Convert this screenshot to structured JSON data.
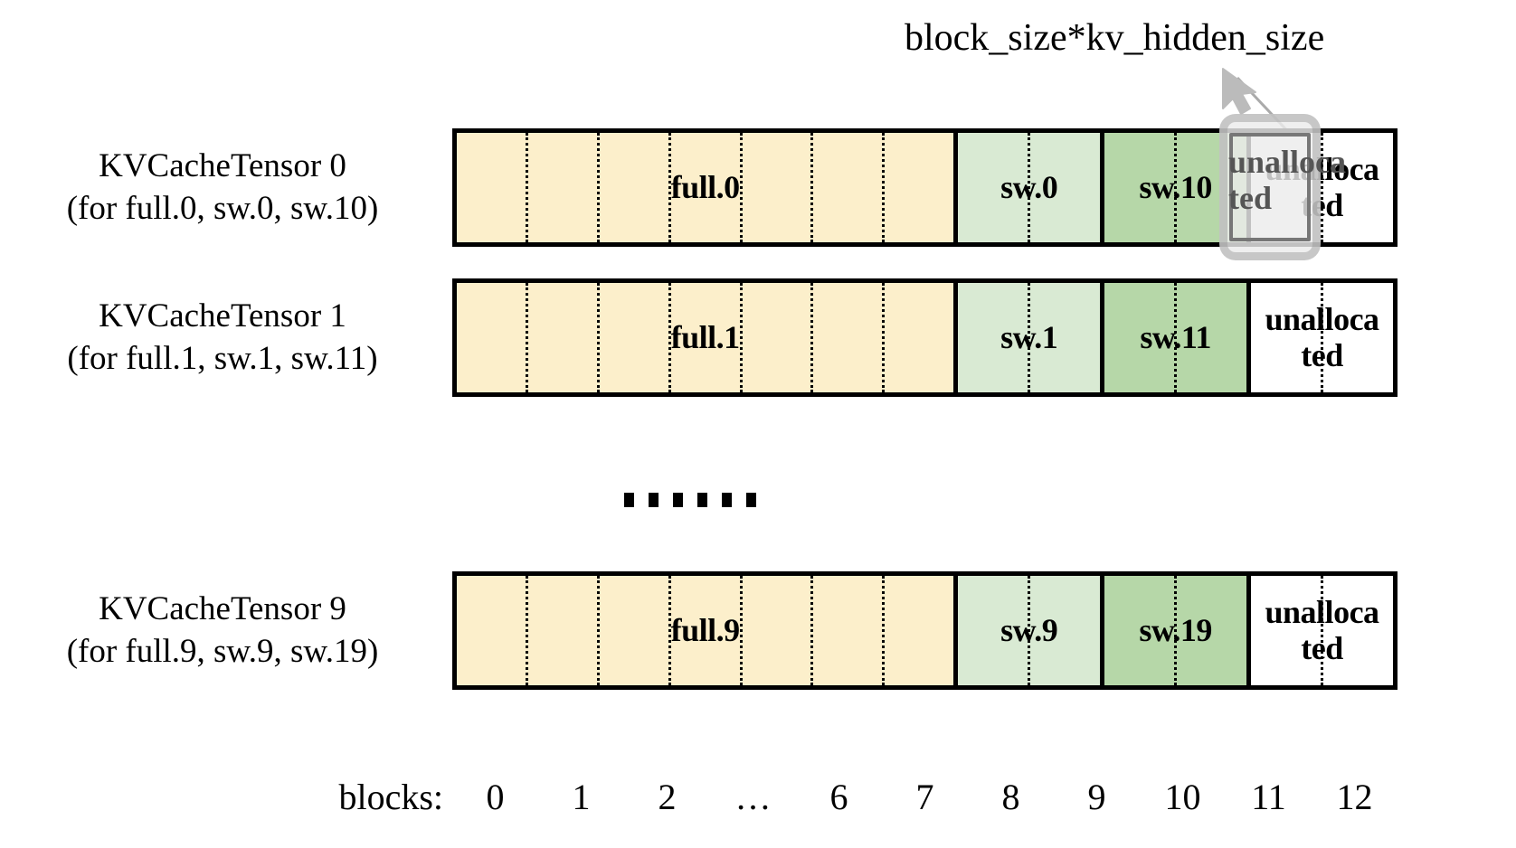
{
  "diagram": {
    "annotation": {
      "text": "block_size*kv_hidden_size",
      "arrow_icon": "cursor-arrow-icon"
    },
    "rows": [
      {
        "label_line1": "KVCacheTensor 0",
        "label_line2": "(for full.0, sw.0, sw.10)",
        "segments": [
          {
            "label": "full.0",
            "color": "#FCEFCB",
            "blocks": 7
          },
          {
            "label": "sw.0",
            "color": "#D9EAD3",
            "blocks": 2
          },
          {
            "label": "sw.10",
            "color": "#B6D7A8",
            "blocks": 2
          },
          {
            "label": "unalloca\nted",
            "color": "#FFFFFF",
            "blocks": 2
          }
        ],
        "highlight": {
          "label": "unalloca\nted",
          "fill": "#EBEBEB",
          "border": "#777777"
        }
      },
      {
        "label_line1": "KVCacheTensor 1",
        "label_line2": "(for full.1, sw.1, sw.11)",
        "segments": [
          {
            "label": "full.1",
            "color": "#FCEFCB",
            "blocks": 7
          },
          {
            "label": "sw.1",
            "color": "#D9EAD3",
            "blocks": 2
          },
          {
            "label": "sw.11",
            "color": "#B6D7A8",
            "blocks": 2
          },
          {
            "label": "unalloca\nted",
            "color": "#FFFFFF",
            "blocks": 2
          }
        ]
      },
      {
        "label_line1": "KVCacheTensor 9",
        "label_line2": "(for full.9, sw.9, sw.19)",
        "segments": [
          {
            "label": "full.9",
            "color": "#FCEFCB",
            "blocks": 7
          },
          {
            "label": "sw.9",
            "color": "#D9EAD3",
            "blocks": 2
          },
          {
            "label": "sw.19",
            "color": "#B6D7A8",
            "blocks": 2
          },
          {
            "label": "unalloca\nted",
            "color": "#FFFFFF",
            "blocks": 2
          }
        ]
      }
    ],
    "ellipsis": "......",
    "axis": {
      "title": "blocks:",
      "ticks": [
        "0",
        "1",
        "2",
        "…",
        "6",
        "7",
        "8",
        "9",
        "10",
        "11",
        "12"
      ]
    },
    "colors": {
      "full_segment": "#FCEFCB",
      "sw_low_segment": "#D9EAD3",
      "sw_high_segment": "#B6D7A8",
      "unallocated_segment": "#FFFFFF",
      "outline": "#000000",
      "highlight_fill": "#EBEBEB",
      "highlight_border": "#777777",
      "arrow": "#AAAAAA"
    }
  }
}
